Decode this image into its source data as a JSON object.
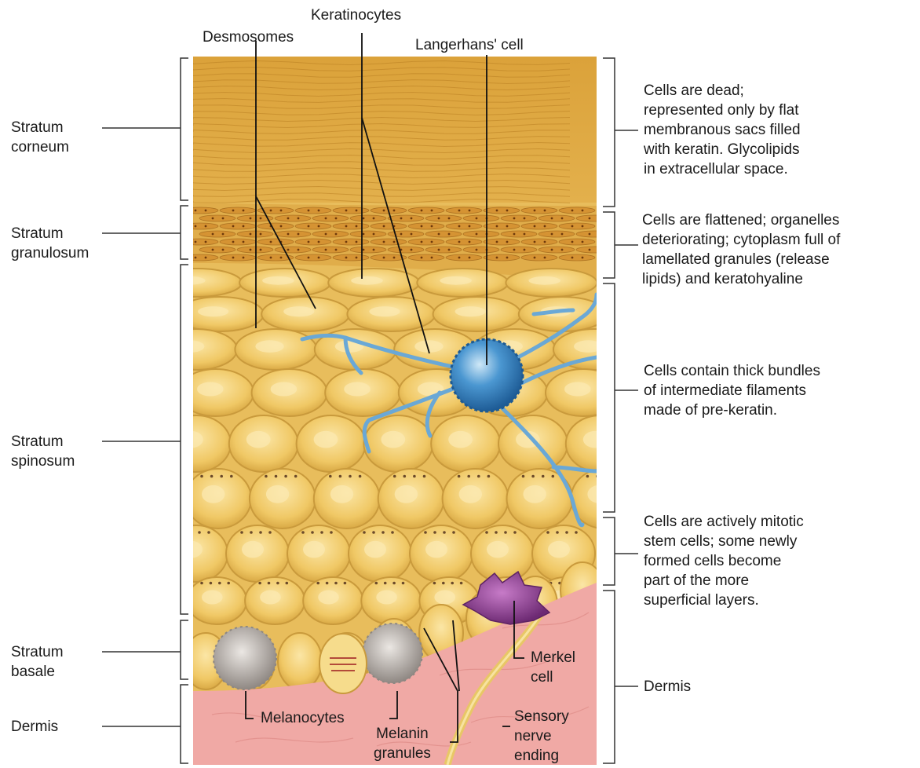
{
  "layers": [
    {
      "id": "corneum",
      "label": "Stratum\ncorneum",
      "description": "Cells are dead;\nrepresented only by flat\nmembranous sacs filled\nwith keratin. Glycolipids\nin extracellular space."
    },
    {
      "id": "granulosum",
      "label": "Stratum\ngranulosum",
      "description": "Cells are flattened; organelles\ndeteriorating; cytoplasm full of\nlamellated granules (release\nlipids) and keratohyaline"
    },
    {
      "id": "spinosum",
      "label": "Stratum\nspinosum",
      "description": "Cells contain thick bundles\nof intermediate filaments\nmade of pre-keratin."
    },
    {
      "id": "basale",
      "label": "Stratum\nbasale",
      "description": "Cells are actively mitotic\nstem cells; some newly\nformed cells become\npart of the more\nsuperficial layers."
    },
    {
      "id": "dermis",
      "label": "Dermis",
      "description": "Dermis"
    }
  ],
  "structures": {
    "keratinocytes": "Keratinocytes",
    "desmosomes": "Desmosomes",
    "langerhans": "Langerhans' cell",
    "merkel": "Merkel\ncell",
    "melanocytes": "Melanocytes",
    "melanin_granules": "Melanin\ngranules",
    "sensory_nerve": "Sensory\nnerve\nending"
  },
  "colors": {
    "corneum": "#d9a035",
    "cell_fill": "#f2cf6e",
    "cell_edge": "#c99a3c",
    "dermis": "#f0a9a5",
    "langerhans": "#3f8cc9",
    "merkel": "#8f3b93",
    "melanocyte": "#b8b2ad"
  }
}
